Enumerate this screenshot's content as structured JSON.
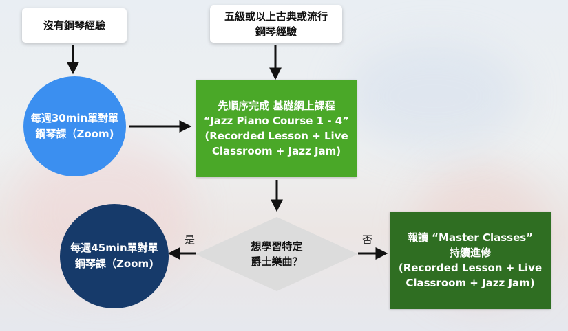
{
  "nodes": {
    "no_experience": {
      "lines": [
        "沒有鋼琴經驗"
      ]
    },
    "grade5_experience": {
      "lines": [
        "五級或以上古典或流行",
        "鋼琴經驗"
      ]
    },
    "weekly_30": {
      "lines": [
        "每週30min單對單",
        "鋼琴課（Zoom)"
      ]
    },
    "course_1_4": {
      "lines": [
        "先順序完成 基礎網上課程",
        "“Jazz Piano Course 1 - 4”",
        "(Recorded Lesson + Live",
        "Classroom + Jazz Jam)"
      ]
    },
    "decision": {
      "lines": [
        "想學習特定",
        "爵士樂曲？"
      ]
    },
    "weekly_45": {
      "lines": [
        "每週45min單對單",
        "鋼琴課（Zoom)"
      ]
    },
    "master_classes": {
      "lines": [
        "報讀 “Master Classes”",
        "持續進修",
        "(Recorded Lesson + Live",
        "Classroom + Jazz Jam)"
      ]
    }
  },
  "edge_labels": {
    "yes": "是",
    "no": "否"
  },
  "colors": {
    "circle_light_blue": "#3b8ff0",
    "circle_dark_blue": "#163a6a",
    "green_light": "#4aa828",
    "green_dark": "#2f6e22",
    "diamond": "#dcdcdc",
    "arrow": "#111111"
  }
}
